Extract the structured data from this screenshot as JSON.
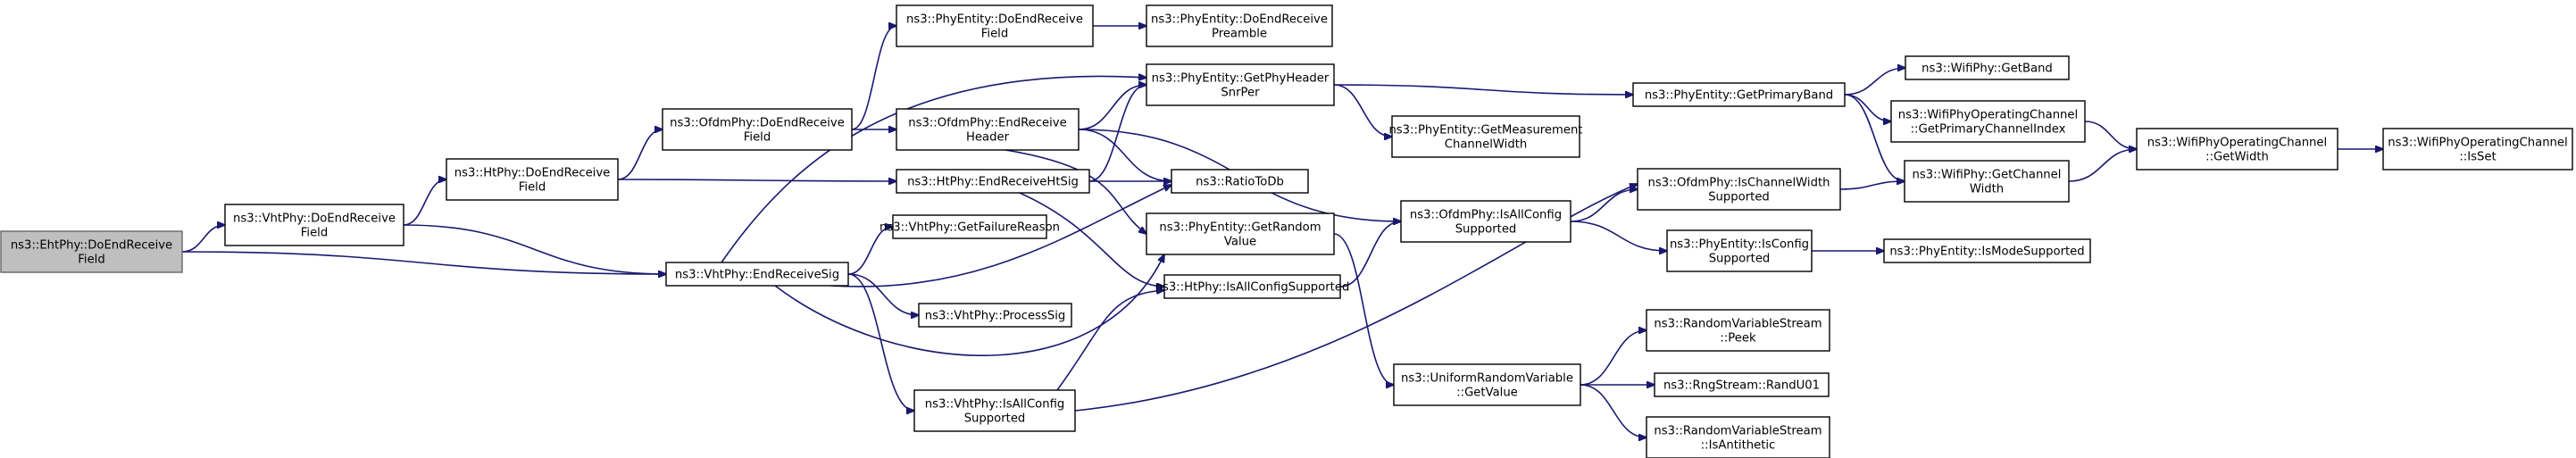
{
  "diagram": {
    "edge_color": "#191970",
    "root_fill": "#bfbfbf",
    "nodes": [
      {
        "id": "eht_doendreceivefield",
        "lines": [
          "ns3::EhtPhy::DoEndReceive",
          "Field"
        ],
        "root": true
      },
      {
        "id": "vht_doendreceivefield",
        "lines": [
          "ns3::VhtPhy::DoEndReceive",
          "Field"
        ]
      },
      {
        "id": "ht_doendreceivefield",
        "lines": [
          "ns3::HtPhy::DoEndReceive",
          "Field"
        ]
      },
      {
        "id": "ofdm_doendreceivefield",
        "lines": [
          "ns3::OfdmPhy::DoEndReceive",
          "Field"
        ]
      },
      {
        "id": "vht_endreceivesig",
        "lines": [
          "ns3::VhtPhy::EndReceiveSig"
        ]
      },
      {
        "id": "phyentity_doendreceivefield",
        "lines": [
          "ns3::PhyEntity::DoEndReceive",
          "Field"
        ]
      },
      {
        "id": "phyentity_doendreceivepreamble",
        "lines": [
          "ns3::PhyEntity::DoEndReceive",
          "Preamble"
        ]
      },
      {
        "id": "ofdm_endreceiveheader",
        "lines": [
          "ns3::OfdmPhy::EndReceive",
          "Header"
        ]
      },
      {
        "id": "ht_endreceivehtsig",
        "lines": [
          "ns3::HtPhy::EndReceiveHtSig"
        ]
      },
      {
        "id": "vht_getfailurereason",
        "lines": [
          "ns3::VhtPhy::GetFailureReason"
        ]
      },
      {
        "id": "vht_processsig",
        "lines": [
          "ns3::VhtPhy::ProcessSig"
        ]
      },
      {
        "id": "vht_isallconfigsupported",
        "lines": [
          "ns3::VhtPhy::IsAllConfig",
          "Supported"
        ]
      },
      {
        "id": "phyentity_getphyheadersnrper",
        "lines": [
          "ns3::PhyEntity::GetPhyHeader",
          "SnrPer"
        ]
      },
      {
        "id": "ratiotodb",
        "lines": [
          "ns3::RatioToDb"
        ]
      },
      {
        "id": "phyentity_getrandomvalue",
        "lines": [
          "ns3::PhyEntity::GetRandom",
          "Value"
        ]
      },
      {
        "id": "ht_isallconfigsupported",
        "lines": [
          "ns3::HtPhy::IsAllConfigSupported"
        ]
      },
      {
        "id": "phyentity_getmeasurementchannelwidth",
        "lines": [
          "ns3::PhyEntity::GetMeasurement",
          "ChannelWidth"
        ]
      },
      {
        "id": "ofdm_isallconfigsupported",
        "lines": [
          "ns3::OfdmPhy::IsAllConfig",
          "Supported"
        ]
      },
      {
        "id": "uniformrandomvariable_getvalue",
        "lines": [
          "ns3::UniformRandomVariable",
          "::GetValue"
        ]
      },
      {
        "id": "phyentity_getprimaryband",
        "lines": [
          "ns3::PhyEntity::GetPrimaryBand"
        ]
      },
      {
        "id": "ofdm_ischannelwidthsupported",
        "lines": [
          "ns3::OfdmPhy::IsChannelWidth",
          "Supported"
        ]
      },
      {
        "id": "phyentity_isconfigsupported",
        "lines": [
          "ns3::PhyEntity::IsConfig",
          "Supported"
        ]
      },
      {
        "id": "randomvariablestream_peek",
        "lines": [
          "ns3::RandomVariableStream",
          "::Peek"
        ]
      },
      {
        "id": "rngstream_randu01",
        "lines": [
          "ns3::RngStream::RandU01"
        ]
      },
      {
        "id": "randomvariablestream_isantithetic",
        "lines": [
          "ns3::RandomVariableStream",
          "::IsAntithetic"
        ]
      },
      {
        "id": "wifiphy_getband",
        "lines": [
          "ns3::WifiPhy::GetBand"
        ]
      },
      {
        "id": "wifiphyoperatingchannel_getprimarychannelindex",
        "lines": [
          "ns3::WifiPhyOperatingChannel",
          "::GetPrimaryChannelIndex"
        ]
      },
      {
        "id": "wifiphy_getchannelwidth",
        "lines": [
          "ns3::WifiPhy::GetChannel",
          "Width"
        ]
      },
      {
        "id": "phyentity_ismodesupported",
        "lines": [
          "ns3::PhyEntity::IsModeSupported"
        ]
      },
      {
        "id": "wifiphyoperatingchannel_getwidth",
        "lines": [
          "ns3::WifiPhyOperatingChannel",
          "::GetWidth"
        ]
      },
      {
        "id": "wifiphyoperatingchannel_isset",
        "lines": [
          "ns3::WifiPhyOperatingChannel",
          "::IsSet"
        ]
      }
    ],
    "edges": [
      [
        "eht_doendreceivefield",
        "vht_doendreceivefield"
      ],
      [
        "eht_doendreceivefield",
        "vht_endreceivesig"
      ],
      [
        "vht_doendreceivefield",
        "ht_doendreceivefield"
      ],
      [
        "vht_doendreceivefield",
        "vht_endreceivesig"
      ],
      [
        "ht_doendreceivefield",
        "ofdm_doendreceivefield"
      ],
      [
        "ht_doendreceivefield",
        "ht_endreceivehtsig"
      ],
      [
        "ofdm_doendreceivefield",
        "phyentity_doendreceivefield"
      ],
      [
        "ofdm_doendreceivefield",
        "ofdm_endreceiveheader"
      ],
      [
        "phyentity_doendreceivefield",
        "phyentity_doendreceivepreamble"
      ],
      [
        "vht_endreceivesig",
        "phyentity_getphyheadersnrper"
      ],
      [
        "vht_endreceivesig",
        "vht_getfailurereason"
      ],
      [
        "vht_endreceivesig",
        "vht_processsig"
      ],
      [
        "vht_endreceivesig",
        "vht_isallconfigsupported"
      ],
      [
        "vht_endreceivesig",
        "ratiotodb"
      ],
      [
        "vht_endreceivesig",
        "phyentity_getrandomvalue"
      ],
      [
        "ofdm_endreceiveheader",
        "phyentity_getphyheadersnrper"
      ],
      [
        "ofdm_endreceiveheader",
        "ratiotodb"
      ],
      [
        "ofdm_endreceiveheader",
        "phyentity_getrandomvalue"
      ],
      [
        "ofdm_endreceiveheader",
        "ofdm_isallconfigsupported"
      ],
      [
        "ht_endreceivehtsig",
        "phyentity_getphyheadersnrper"
      ],
      [
        "ht_endreceivehtsig",
        "ratiotodb"
      ],
      [
        "ht_endreceivehtsig",
        "ht_isallconfigsupported"
      ],
      [
        "vht_isallconfigsupported",
        "ht_isallconfigsupported"
      ],
      [
        "vht_isallconfigsupported",
        "ofdm_ischannelwidthsupported"
      ],
      [
        "ht_isallconfigsupported",
        "ofdm_isallconfigsupported"
      ],
      [
        "phyentity_getphyheadersnrper",
        "phyentity_getmeasurementchannelwidth"
      ],
      [
        "phyentity_getphyheadersnrper",
        "phyentity_getprimaryband"
      ],
      [
        "phyentity_getrandomvalue",
        "uniformrandomvariable_getvalue"
      ],
      [
        "ofdm_isallconfigsupported",
        "ofdm_ischannelwidthsupported"
      ],
      [
        "ofdm_isallconfigsupported",
        "phyentity_isconfigsupported"
      ],
      [
        "uniformrandomvariable_getvalue",
        "randomvariablestream_peek"
      ],
      [
        "uniformrandomvariable_getvalue",
        "rngstream_randu01"
      ],
      [
        "uniformrandomvariable_getvalue",
        "randomvariablestream_isantithetic"
      ],
      [
        "phyentity_getprimaryband",
        "wifiphy_getband"
      ],
      [
        "phyentity_getprimaryband",
        "wifiphyoperatingchannel_getprimarychannelindex"
      ],
      [
        "phyentity_getprimaryband",
        "wifiphy_getchannelwidth"
      ],
      [
        "ofdm_ischannelwidthsupported",
        "wifiphy_getchannelwidth"
      ],
      [
        "phyentity_isconfigsupported",
        "phyentity_ismodesupported"
      ],
      [
        "wifiphyoperatingchannel_getprimarychannelindex",
        "wifiphyoperatingchannel_getwidth"
      ],
      [
        "wifiphy_getchannelwidth",
        "wifiphyoperatingchannel_getwidth"
      ],
      [
        "wifiphyoperatingchannel_getwidth",
        "wifiphyoperatingchannel_isset"
      ]
    ]
  }
}
